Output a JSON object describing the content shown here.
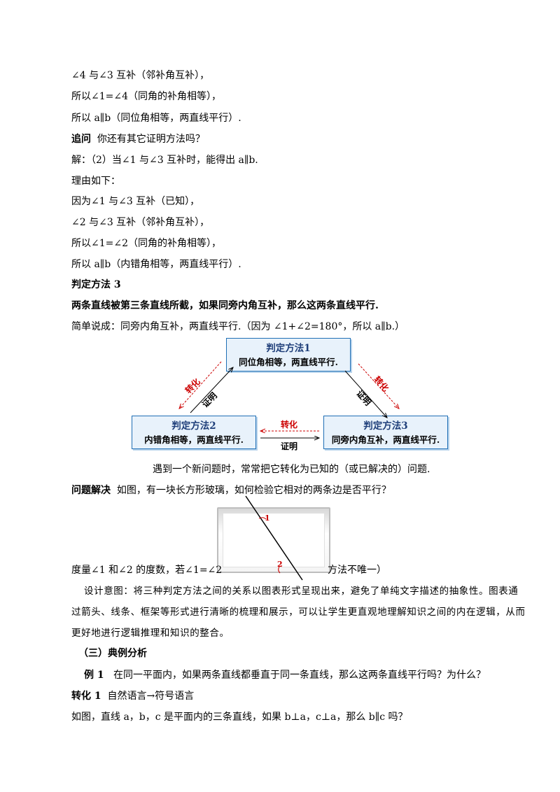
{
  "lines_top": [
    "∠4 与∠3 互补（邻补角互补），",
    "所以∠1=∠4（同角的补角相等），",
    "所以 a∥b（同位角相等，两直线平行）."
  ],
  "followup": {
    "label": "追问",
    "text": "你还有其它证明方法吗？"
  },
  "solution": [
    "解：（2）当∠1 与∠3 互补时，能得出 a∥b.",
    "理由如下：",
    "因为∠1 与∠3 互补（已知），",
    "∠2 与∠3 互补（邻补角互补），",
    "所以∠1=∠2（同角的补角相等），",
    "所以 a∥b（内错角相等，两直线平行）."
  ],
  "method3": {
    "title": "判定方法 3",
    "statement": "两条直线被第三条直线所截，如果同旁内角互补，那么这两条直线平行.",
    "brief": "简单说成：同旁内角互补，两直线平行.（因为 ∠1+∠2=180°，所以 a∥b.）"
  },
  "diagram": {
    "box1": {
      "title": "判定方法1",
      "text": "同位角相等，两直线平行."
    },
    "box2": {
      "title": "判定方法2",
      "text": "内错角相等，两直线平行."
    },
    "box3": {
      "title": "判定方法3",
      "text": "同旁内角互补，两直线平行."
    },
    "convert": "转化",
    "prove": "证明",
    "colors": {
      "box_border": "#1f6fb5",
      "box_fill": "#e8f2fb",
      "convert_arrow": "#cc0000"
    }
  },
  "note_line": "遇到一个新问题时，常常把它转化为已知的（或已解决的）问题.",
  "problem": {
    "label": "问题解决",
    "text": "如图，有一块长方形玻璃，如何检验它相对的两条边是否平行？"
  },
  "figure": {
    "angle1": "1",
    "angle2": "2"
  },
  "answer_line": {
    "left": "度量∠1 和∠2 的度数，若∠1=∠2",
    "right": "方法不唯一）"
  },
  "design": [
    "设计意图：将三种判定方法之间的关系以图表形式呈现出来，避免了单纯文字描述的抽象性。图表通",
    "过箭头、线条、框架等形式进行清晰的梳理和展示，可以让学生更直观地理解知识之间的内在逻辑，从而",
    "更好地进行逻辑推理和知识的整合。"
  ],
  "section": "（三）典例分析",
  "example1": {
    "label": "例 1",
    "text": "在同一平面内，如果两条直线都垂直于同一条直线，那么这两条直线平行吗？为什么？"
  },
  "convert1": {
    "label": "转化 1",
    "text": "自然语言→符号语言"
  },
  "last_line": "如图，直线 a，b，c 是平面内的三条直线，如果 b⊥a，c⊥a，那么 b∥c 吗？"
}
